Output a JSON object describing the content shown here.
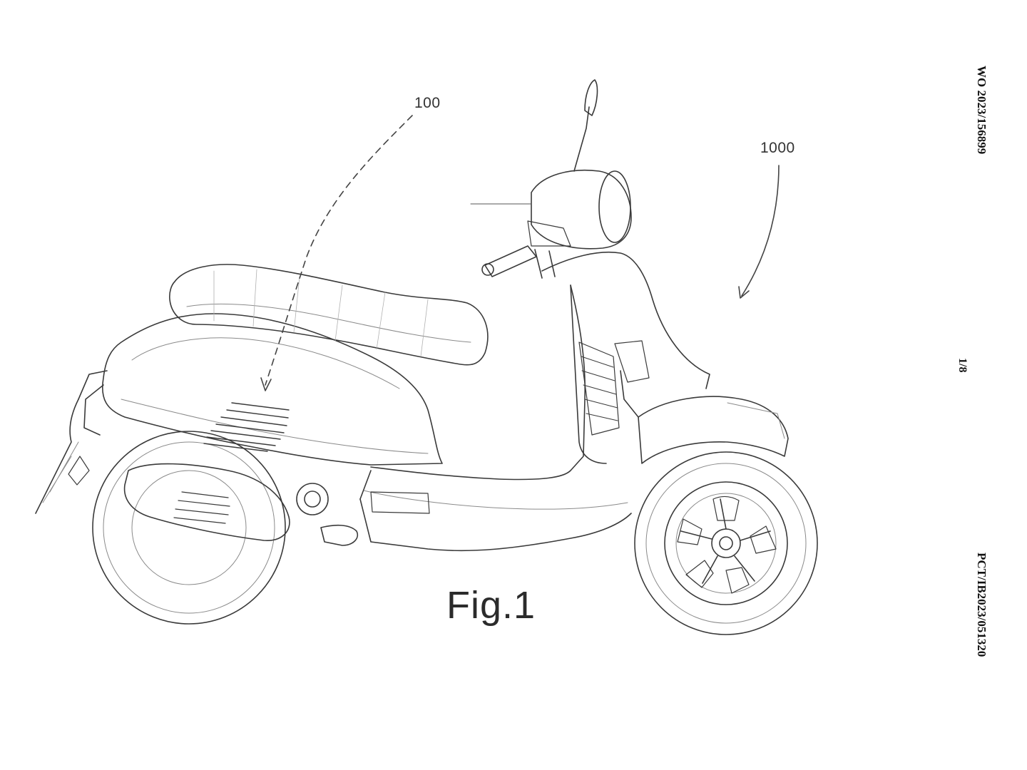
{
  "references": {
    "system": "100",
    "vehicle": "1000"
  },
  "figure": {
    "caption": "Fig.1"
  },
  "margin": {
    "publication_number": "WO 2023/156899",
    "application_number": "PCT/IB2023/051320",
    "page": "1/8"
  },
  "colors": {
    "line": "#3a3a3a",
    "light_line": "#9a9a9a",
    "text": "#2b2b2b"
  }
}
